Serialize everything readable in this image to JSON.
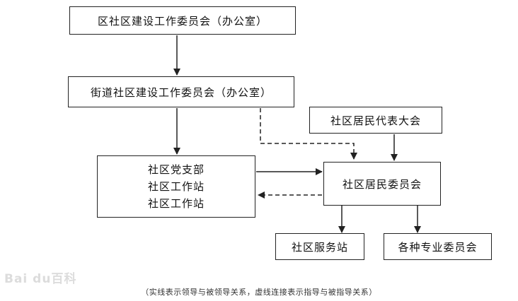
{
  "nodes": {
    "district_committee": "区社区建设工作委员会（办公室）",
    "street_committee": "街道社区建设工作委员会（办公室）",
    "residents_congress": "社区居民代表大会",
    "party_branch": [
      "社区党支部",
      "社区工作站",
      "社区工作站"
    ],
    "residents_committee": "社区居民委员会",
    "service_station": "社区服务站",
    "special_committees": "各种专业委员会"
  },
  "caption": "（实线表示领导与被领导关系，虚线连接表示指导与被指导关系）",
  "watermark": "Bai du百科",
  "colors": {
    "line": "#222222",
    "watermark": "#dcdcdc"
  }
}
